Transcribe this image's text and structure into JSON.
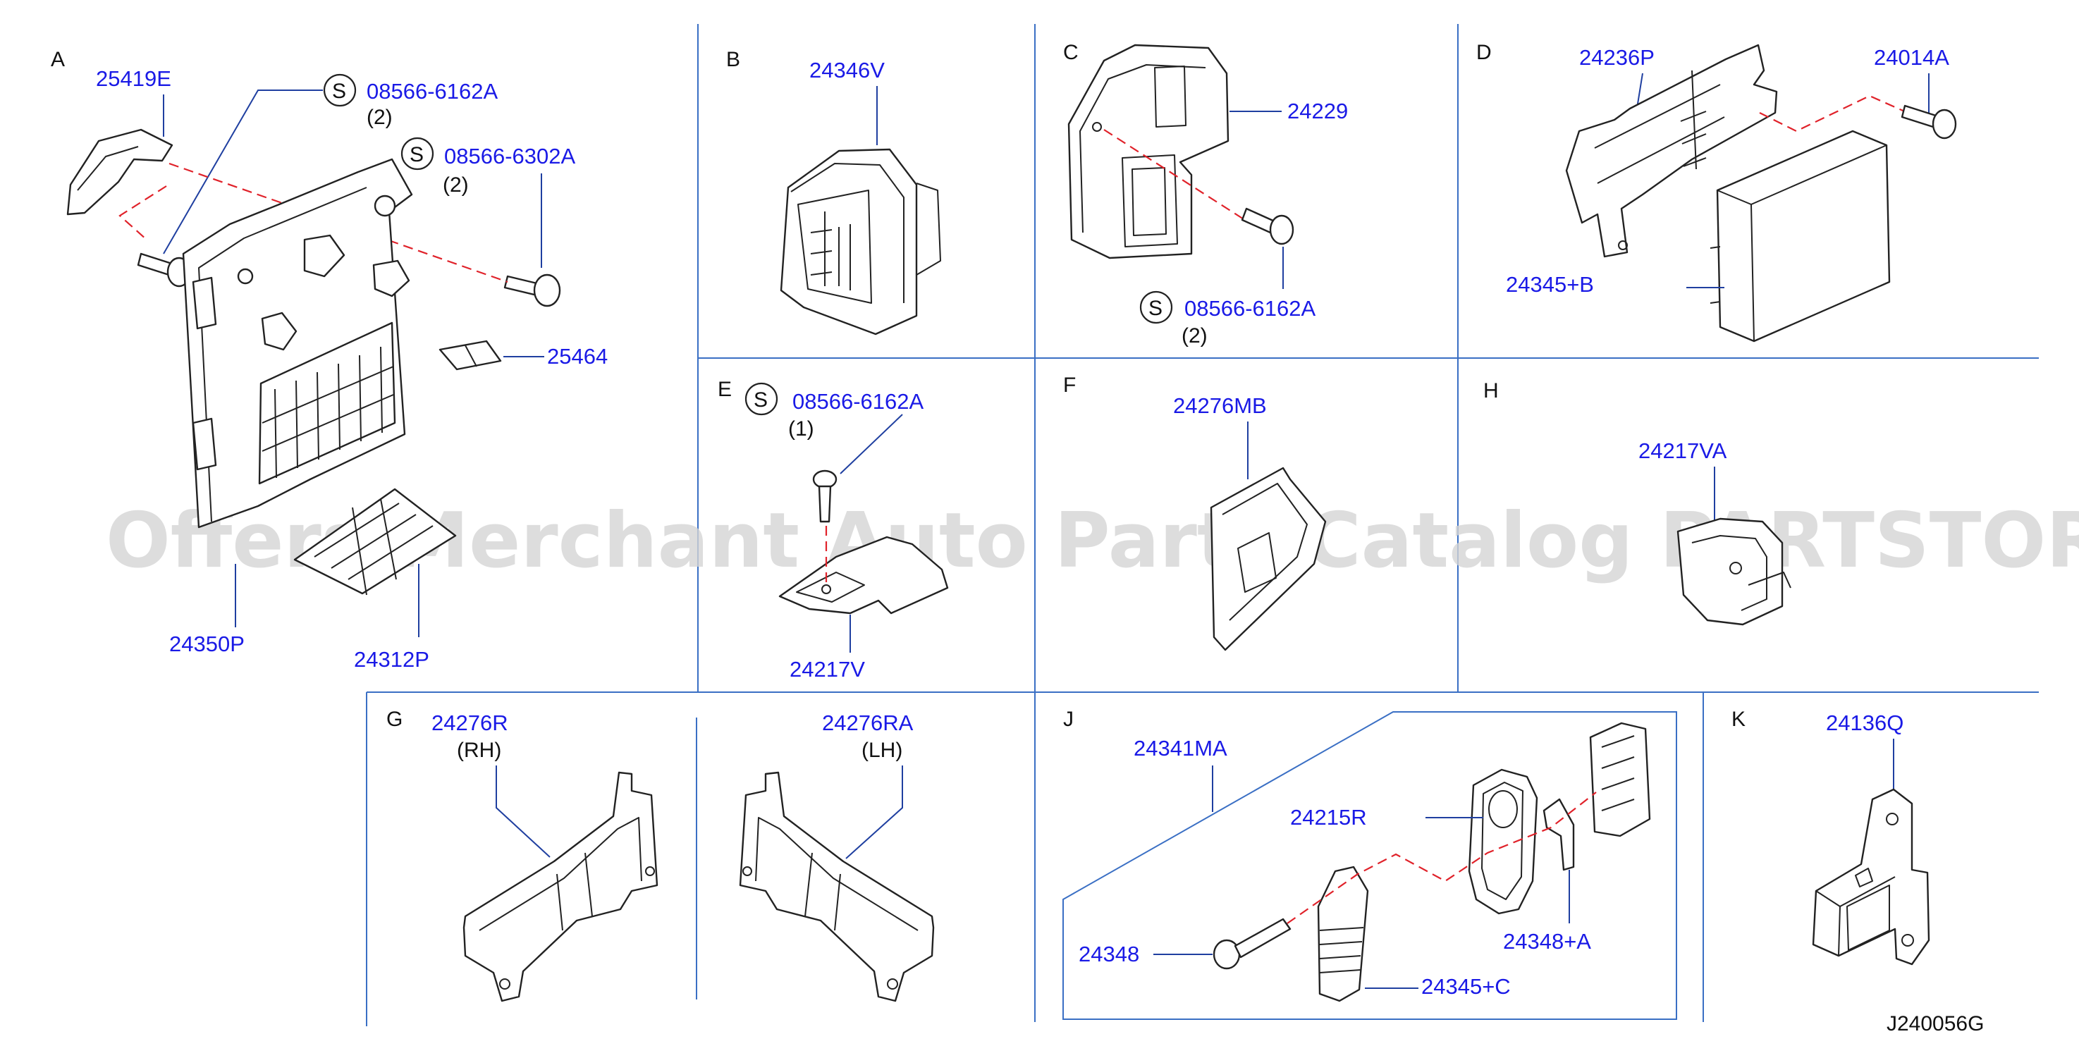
{
  "watermark": "Offers Merchant Auto Parts Catalog PARTSTORE.SA",
  "diagram_code": "J240056G",
  "sections": {
    "A": {
      "letter": "A",
      "parts": [
        "25419E",
        "08566-6162A",
        "(2)",
        "08566-6302A",
        "(2)",
        "25464",
        "24350P",
        "24312P"
      ],
      "s_marks": [
        "S",
        "S"
      ]
    },
    "B": {
      "letter": "B",
      "parts": [
        "24346V"
      ]
    },
    "C": {
      "letter": "C",
      "parts": [
        "24229",
        "08566-6162A",
        "(2)"
      ],
      "s_marks": [
        "S"
      ]
    },
    "D": {
      "letter": "D",
      "parts": [
        "24236P",
        "24014A",
        "24345+B"
      ]
    },
    "E": {
      "letter": "E",
      "parts": [
        "08566-6162A",
        "(1)",
        "24217V"
      ],
      "s_marks": [
        "S"
      ]
    },
    "F": {
      "letter": "F",
      "parts": [
        "24276MB"
      ]
    },
    "H": {
      "letter": "H",
      "parts": [
        "24217VA"
      ]
    },
    "G": {
      "letter": "G",
      "parts": [
        "24276R",
        "(RH)",
        "24276RA",
        "(LH)"
      ]
    },
    "J": {
      "letter": "J",
      "parts": [
        "24341MA",
        "24215R",
        "24348",
        "24348+A",
        "24345+C"
      ]
    },
    "K": {
      "letter": "K",
      "parts": [
        "24136Q"
      ]
    }
  }
}
